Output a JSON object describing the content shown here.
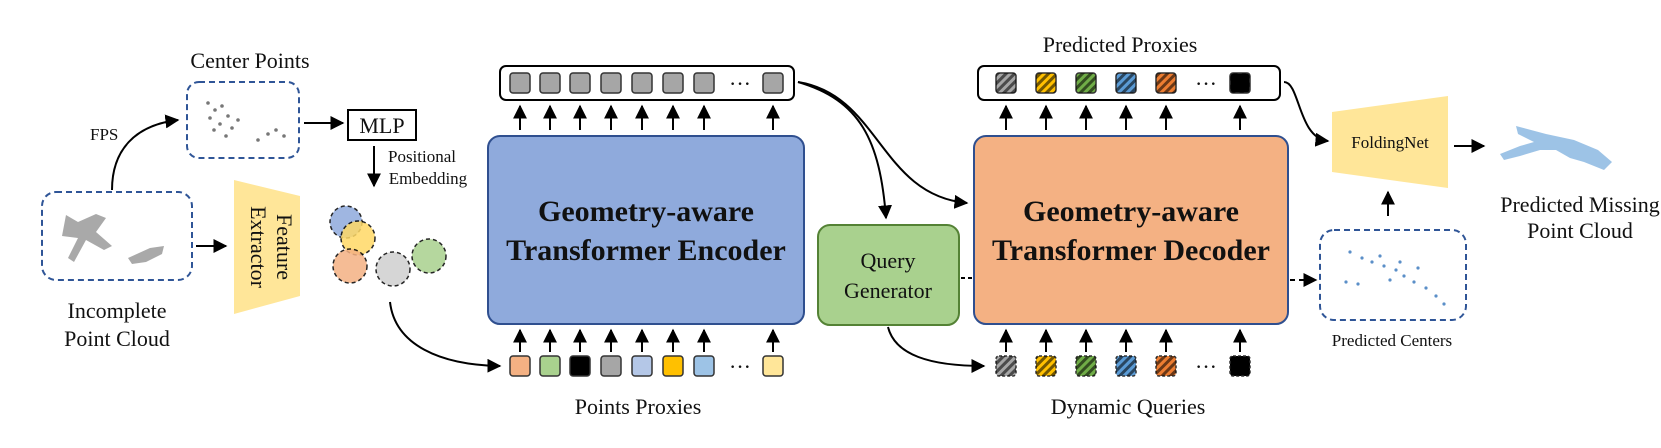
{
  "labels": {
    "incomplete_line1": "Incomplete",
    "incomplete_line2": "Point Cloud",
    "fps": "FPS",
    "center_points": "Center Points",
    "feature_line1": "Feature",
    "feature_line2": "Extractor",
    "mlp": "MLP",
    "pos_line1": "Positional",
    "pos_line2": "Embedding",
    "encoder_line1": "Geometry-aware",
    "encoder_line2": "Transformer Encoder",
    "points_proxies": "Points Proxies",
    "query_line1": "Query",
    "query_line2": "Generator",
    "decoder_line1": "Geometry-aware",
    "decoder_line2": "Transformer Decoder",
    "predicted_proxies": "Predicted Proxies",
    "dynamic_queries": "Dynamic Queries",
    "foldingnet": "FoldingNet",
    "missing_line1": "Predicted Missing",
    "missing_line2": "Point Cloud",
    "predicted_centers": "Predicted Centers",
    "ellipsis": "···"
  },
  "colors": {
    "encoder_fill": "#8faadc",
    "encoder_stroke": "#2f4f8f",
    "decoder_fill": "#f4b183",
    "decoder_stroke": "#2f4f8f",
    "query_fill": "#a9d18e",
    "query_stroke": "#548235",
    "yellow_block": "#ffe699",
    "dashed_border": "#2f5597",
    "token_gray": "#a6a6a6",
    "point_blue": "#5b9bd5"
  },
  "proxy_token_colors": [
    "#f4b183",
    "#a9d18e",
    "#000000",
    "#a6a6a6",
    "#b4c7e7",
    "#ffc000",
    "#9dc3e6"
  ],
  "proxy_last_color": "#ffe699",
  "query_token_colors": [
    "#a6a6a6",
    "#ffc000",
    "#70ad47",
    "#5b9bd5",
    "#ed7d31"
  ],
  "query_last_color": "#000000"
}
